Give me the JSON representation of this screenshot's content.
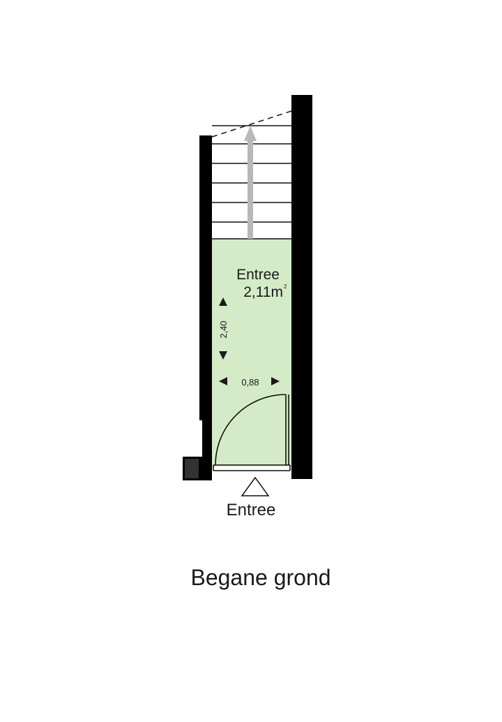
{
  "room": {
    "name": "Entree",
    "area_value": "2,11m",
    "area_unit_superscript": "2",
    "dim_length": "2,40",
    "dim_width": "0,88"
  },
  "entrance_label": "Entree",
  "floor_title": "Begane grond",
  "colors": {
    "room_fill": "#d4ebc8",
    "wall": "#000000",
    "stair_arrow": "#b8b8b8"
  }
}
